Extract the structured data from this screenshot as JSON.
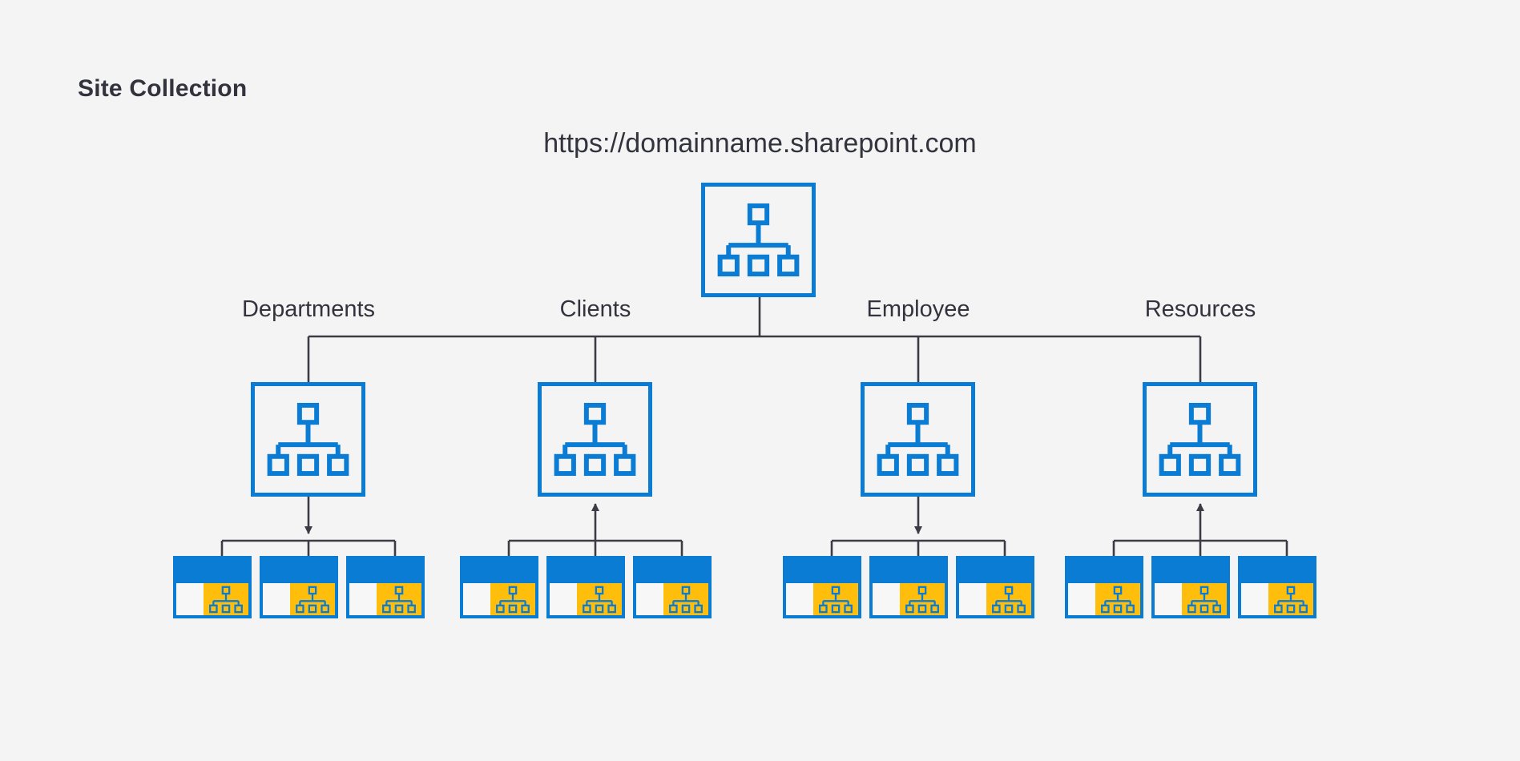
{
  "page": {
    "title": "Site Collection",
    "background_color": "#f4f4f4",
    "text_color": "#33333d"
  },
  "colors": {
    "accent_blue": "#0a7cd4",
    "leaf_orange": "#ffbe0b",
    "connector": "#3c3c46",
    "card_white": "#ffffff"
  },
  "root": {
    "url": "https://domainname.sharepoint.com",
    "icon": "site-hierarchy-icon"
  },
  "groups": [
    {
      "label": "Departments",
      "arrow_direction": "down",
      "icon": "site-hierarchy-icon",
      "leaves": [
        {
          "icon": "subsite-hierarchy-icon"
        },
        {
          "icon": "subsite-hierarchy-icon"
        },
        {
          "icon": "subsite-hierarchy-icon"
        }
      ]
    },
    {
      "label": "Clients",
      "arrow_direction": "up",
      "icon": "site-hierarchy-icon",
      "leaves": [
        {
          "icon": "subsite-hierarchy-icon"
        },
        {
          "icon": "subsite-hierarchy-icon"
        },
        {
          "icon": "subsite-hierarchy-icon"
        }
      ]
    },
    {
      "label": "Employee",
      "arrow_direction": "down",
      "icon": "site-hierarchy-icon",
      "leaves": [
        {
          "icon": "subsite-hierarchy-icon"
        },
        {
          "icon": "subsite-hierarchy-icon"
        },
        {
          "icon": "subsite-hierarchy-icon"
        }
      ]
    },
    {
      "label": "Resources",
      "arrow_direction": "up",
      "icon": "site-hierarchy-icon",
      "leaves": [
        {
          "icon": "subsite-hierarchy-icon"
        },
        {
          "icon": "subsite-hierarchy-icon"
        },
        {
          "icon": "subsite-hierarchy-icon"
        }
      ]
    }
  ]
}
